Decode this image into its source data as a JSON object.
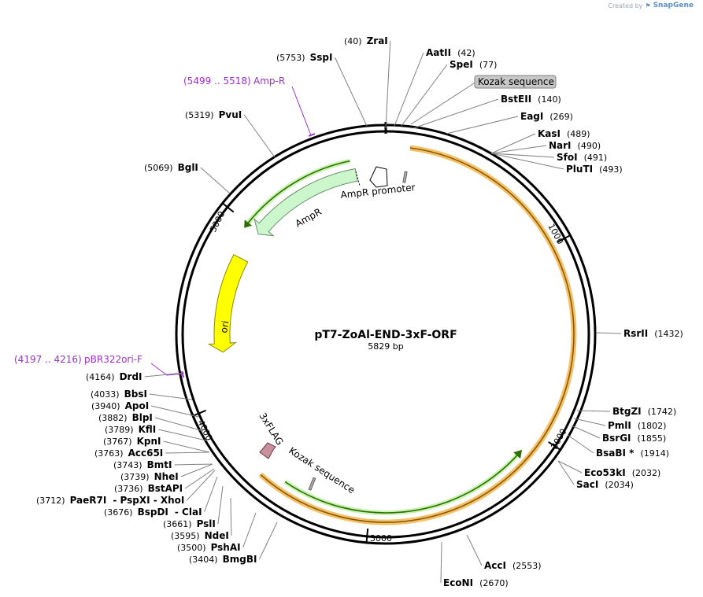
{
  "credit": {
    "prefix": "Created by",
    "brand": "SnapGene"
  },
  "map": {
    "name": "pT7-ZoAl-END-3xF-ORF",
    "length_label": "5829 bp",
    "total_bp": 5829
  },
  "ruler_ticks": [
    {
      "bp": 0,
      "label": ""
    },
    {
      "bp": 1000,
      "label": "1000"
    },
    {
      "bp": 2000,
      "label": "2000"
    },
    {
      "bp": 3000,
      "label": "3000"
    },
    {
      "bp": 4000,
      "label": "4000"
    },
    {
      "bp": 5000,
      "label": "5000"
    }
  ],
  "sites": [
    {
      "name": "ZraI",
      "pos": "(40)",
      "side": "left"
    },
    {
      "name": "AatII",
      "pos": "(42)",
      "side": "right"
    },
    {
      "name": "SpeI",
      "pos": "(77)",
      "side": "right"
    },
    {
      "name": "BstEII",
      "pos": "(140)",
      "side": "right"
    },
    {
      "name": "EagI",
      "pos": "(269)",
      "side": "right"
    },
    {
      "name": "KasI",
      "pos": "(489)",
      "side": "right"
    },
    {
      "name": "NarI",
      "pos": "(490)",
      "side": "right"
    },
    {
      "name": "SfoI",
      "pos": "(491)",
      "side": "right"
    },
    {
      "name": "PluTI",
      "pos": "(493)",
      "side": "right"
    },
    {
      "name": "RsrII",
      "pos": "(1432)",
      "side": "right"
    },
    {
      "name": "BtgZI",
      "pos": "(1742)",
      "side": "right"
    },
    {
      "name": "PmlI",
      "pos": "(1802)",
      "side": "right"
    },
    {
      "name": "BsrGI",
      "pos": "(1855)",
      "side": "right"
    },
    {
      "name": "BsaBI *",
      "pos": "(1914)",
      "side": "right"
    },
    {
      "name": "Eco53kI",
      "pos": "(2032)",
      "side": "right"
    },
    {
      "name": "SacI",
      "pos": "(2034)",
      "side": "right"
    },
    {
      "name": "AccI",
      "pos": "(2553)",
      "side": "right"
    },
    {
      "name": "EcoNI",
      "pos": "(2670)",
      "side": "right"
    },
    {
      "name": "BmgBI",
      "pos": "(3404)",
      "side": "left"
    },
    {
      "name": "PshAI",
      "pos": "(3500)",
      "side": "left"
    },
    {
      "name": "NdeI",
      "pos": "(3595)",
      "side": "left"
    },
    {
      "name": "PslI",
      "pos": "(3661)",
      "side": "left"
    },
    {
      "name": "BspDI",
      "pos": "(3676)",
      "side": "left",
      "extra": "- ClaI"
    },
    {
      "name": "PaeR7I",
      "pos": "(3712)",
      "side": "left",
      "extra": "- PspXI  - XhoI"
    },
    {
      "name": "BstAPI",
      "pos": "(3736)",
      "side": "left"
    },
    {
      "name": "NheI",
      "pos": "(3739)",
      "side": "left"
    },
    {
      "name": "BmtI",
      "pos": "(3743)",
      "side": "left"
    },
    {
      "name": "Acc65I",
      "pos": "(3763)",
      "side": "left"
    },
    {
      "name": "KpnI",
      "pos": "(3767)",
      "side": "left"
    },
    {
      "name": "KflI",
      "pos": "(3789)",
      "side": "left"
    },
    {
      "name": "BlpI",
      "pos": "(3882)",
      "side": "left"
    },
    {
      "name": "ApoI",
      "pos": "(3940)",
      "side": "left"
    },
    {
      "name": "BbsI",
      "pos": "(4033)",
      "side": "left"
    },
    {
      "name": "DrdI",
      "pos": "(4164)",
      "side": "left"
    },
    {
      "name": "BglI",
      "pos": "(5069)",
      "side": "left"
    },
    {
      "name": "PvuI",
      "pos": "(5319)",
      "side": "left"
    },
    {
      "name": "SspI",
      "pos": "(5753)",
      "side": "left"
    }
  ],
  "primers": [
    {
      "name": "Amp-R",
      "range": "(5499 .. 5518)"
    },
    {
      "name": "pBR322ori-F",
      "range": "(4197 .. 4216)"
    }
  ],
  "features": [
    {
      "name": "Kozak sequence",
      "kind": "boxed-label"
    },
    {
      "name": "AmpR promoter",
      "kind": "promoter"
    },
    {
      "name": "AmpR",
      "kind": "cds"
    },
    {
      "name": "ori",
      "kind": "origin"
    },
    {
      "name": "3xFLAG",
      "kind": "tag"
    },
    {
      "name": "Kozak sequence",
      "kind": "inner-label"
    }
  ],
  "colors": {
    "backbone": "#000000",
    "orange_arc": "#f4c06a",
    "orange_core": "#8b5a00",
    "green_arc": "#c8f2b0",
    "green_core": "#2a6f00",
    "ampr_fill": "#ccf7cc",
    "ori_fill": "#ffff00",
    "flag_fill": "#c9909e",
    "primer": "#9b30c9",
    "callout": "#808080"
  }
}
